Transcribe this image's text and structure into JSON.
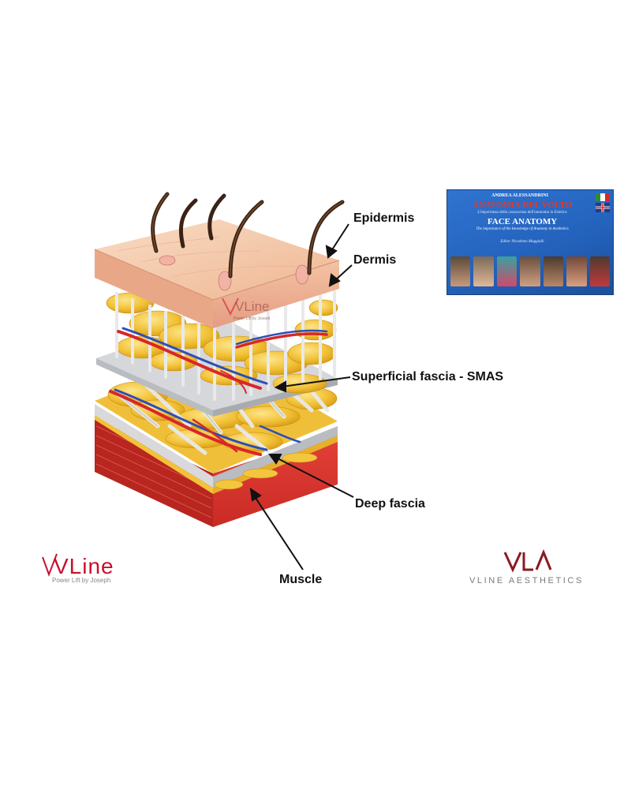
{
  "labels": {
    "epidermis": "Epidermis",
    "dermis": "Dermis",
    "smas": "Superficial fascia - SMAS",
    "deep_fascia": "Deep fascia",
    "muscle": "Muscle"
  },
  "watermark": {
    "text": "VLine",
    "tagline": "Power Lift by Joseph"
  },
  "book": {
    "author": "ANDREA ALESSANDRINI",
    "title_it": "ANATOMIA DEL VOLTO",
    "subtitle_it": "L'importanza della conoscenza dell'anatomia in Estetica",
    "title_en": "FACE ANATOMY",
    "subtitle_en": "The importance of the knowledge of Anatomy in Aesthetics",
    "editor": "Editor Nicodemo Maggiulli"
  },
  "logos": {
    "vline_word": "VLine",
    "vline_tagline": "Power Lift by Joseph",
    "vla_mark": "VLA",
    "vla_text": "VLINE AESTHETICS"
  },
  "colors": {
    "skin": "#f3c2a0",
    "fat": "#f2c23a",
    "fascia": "#cfd2d6",
    "muscle": "#d9352b",
    "artery": "#d8262a",
    "vein": "#2b4fb8",
    "brand_red": "#c8102e"
  }
}
